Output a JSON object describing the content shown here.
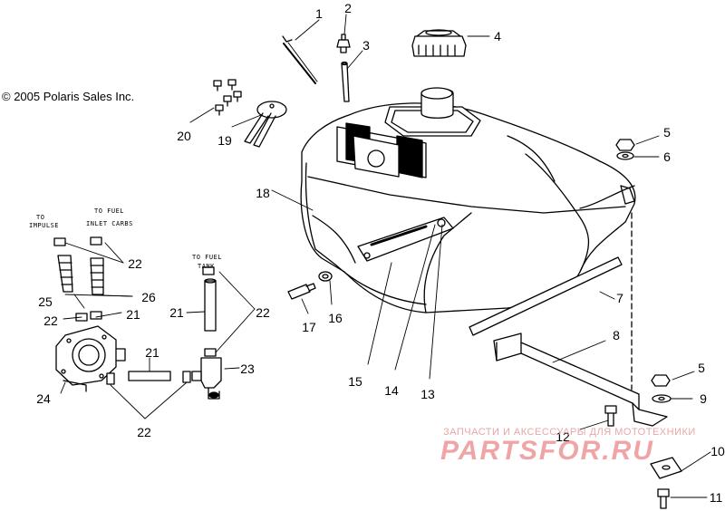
{
  "copyright": "© 2005 Polaris Sales Inc.",
  "hose_labels": {
    "to_impulse_1": "TO",
    "to_impulse_2": "IMPULSE",
    "to_fuel_inlet_1": "TO FUEL",
    "to_fuel_inlet_2": "INLET CARBS",
    "to_fuel_tank_1": "TO FUEL",
    "to_fuel_tank_2": "TANK"
  },
  "callouts": {
    "c1": "1",
    "c2": "2",
    "c3": "3",
    "c4": "4",
    "c5a": "5",
    "c5b": "5",
    "c6": "6",
    "c7": "7",
    "c8": "8",
    "c9": "9",
    "c10": "10",
    "c11": "11",
    "c12": "12",
    "c13": "13",
    "c14": "14",
    "c15": "15",
    "c16": "16",
    "c17": "17",
    "c18": "18",
    "c19": "19",
    "c20": "20",
    "c21a": "21",
    "c21b": "21",
    "c21c": "21",
    "c22a": "22",
    "c22b": "22",
    "c22c": "22",
    "c22d": "22",
    "c23": "23",
    "c24": "24",
    "c25": "25",
    "c26": "26"
  },
  "watermark": {
    "caption": "ЗАПЧАСТИ И АКСЕССУАРЫ ДЛЯ МОТОТЕХНИКИ",
    "logo": "PARTSFOR.RU"
  }
}
